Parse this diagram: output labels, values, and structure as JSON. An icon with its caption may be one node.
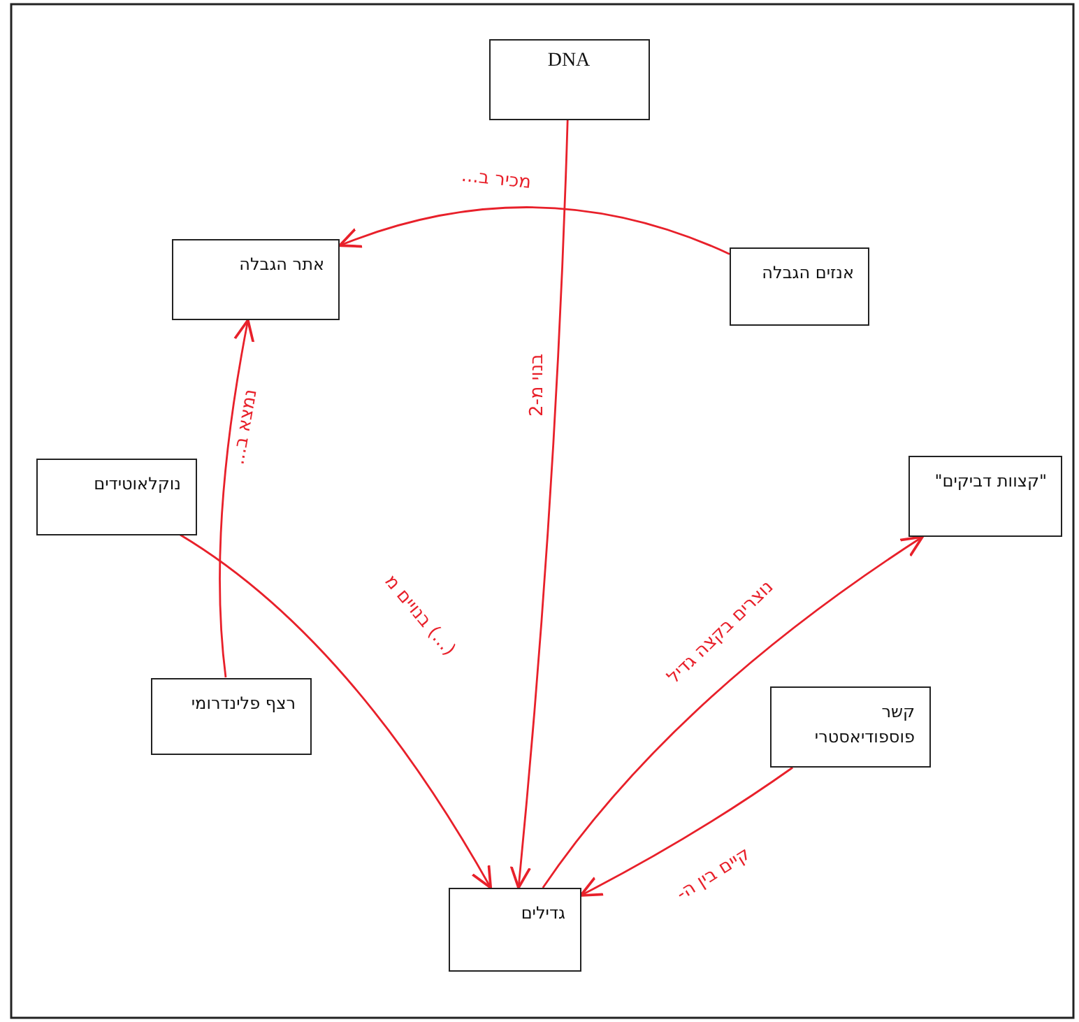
{
  "diagram": {
    "nodes": [
      {
        "text": [
          "DNA"
        ]
      },
      {
        "text": [
          "אנזים הגבלה"
        ]
      },
      {
        "text": [
          "אתר הגבלה"
        ]
      },
      {
        "text": [
          "נוקלאוטידים"
        ]
      },
      {
        "text": [
          "\"קצוות דביקים\""
        ]
      },
      {
        "text": [
          "רצף פלינדרומי"
        ]
      },
      {
        "text": [
          "קשר פוספודיאסטרי"
        ]
      },
      {
        "text": [
          "גדילים"
        ]
      }
    ],
    "edges": [
      {
        "from": 1,
        "to": 2,
        "arrow": "to",
        "label": "מכיר ב..."
      },
      {
        "from": 0,
        "to": 7,
        "arrow": "to",
        "label": "בנוי מ-2"
      },
      {
        "from": 5,
        "to": 2,
        "arrow": "to",
        "label": "נמצא ב..."
      },
      {
        "from": 3,
        "to": 7,
        "arrow": "to",
        "label": "(...) בנויים מ"
      },
      {
        "from": 7,
        "to": 4,
        "arrow": "to",
        "label": "נוצרים בקצה גדיל"
      },
      {
        "from": 6,
        "to": 7,
        "arrow": "to",
        "label": "קיים בין ה-"
      }
    ]
  }
}
